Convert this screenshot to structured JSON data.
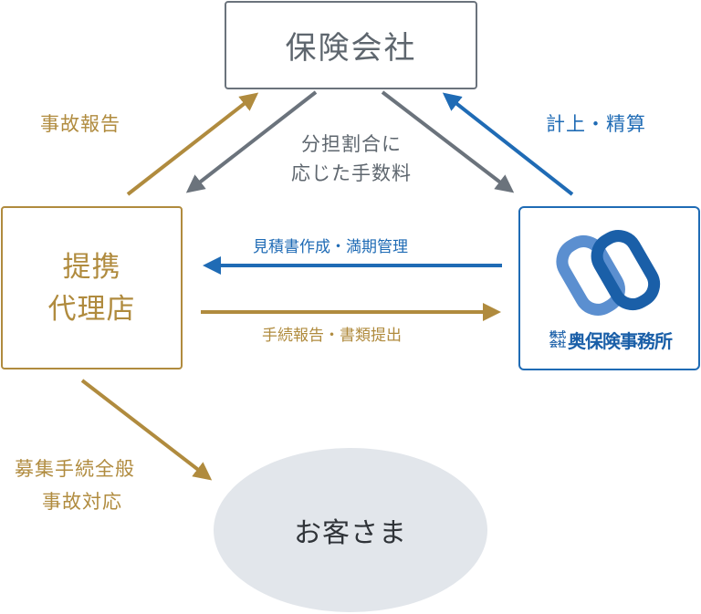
{
  "nodes": {
    "insurer": "保険会社",
    "agency_line1": "提携",
    "agency_line2": "代理店",
    "office_prefix": "株式会社",
    "office_name": "奥保険事務所",
    "customer": "お客さま"
  },
  "edges": {
    "accident_report": "事故報告",
    "share_line1": "分担割合に",
    "share_line2": "応じた手数料",
    "booking": "計上・精算",
    "quote": "見積書作成・満期管理",
    "procedures": "手続報告・書類提出",
    "sales_line1": "募集手続全般",
    "sales_line2": "事故対応"
  },
  "colors": {
    "gray": "#6b737c",
    "gold": "#b08b3e",
    "blue": "#1f6bb5",
    "logo_light": "#5b8fd0",
    "logo_dark": "#1a5fa8",
    "customer_fill": "#e2e6eb"
  }
}
